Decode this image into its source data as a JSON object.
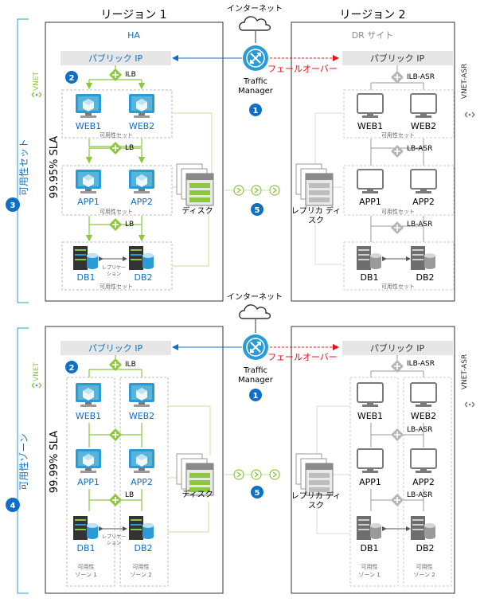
{
  "colors": {
    "blue": "#0f6fc6",
    "azure": "#2b9bd8",
    "green": "#8dc63f",
    "red": "#e8101b",
    "gray": "#8a8a8a",
    "lightgray": "#d9d9d9"
  },
  "top": {
    "internet": "インターネット",
    "region1": "リージョン 1",
    "region1_sub": "HA",
    "region2": "リージョン 2",
    "region2_sub": "DR サイト",
    "public_ip_left": "パブリック IP",
    "public_ip_right": "パブリック IP",
    "failover": "フェールオーバー",
    "traffic_manager_l1": "Traffic",
    "traffic_manager_l2": "Manager",
    "badge_tm": "1",
    "badge_vnet": "2",
    "badge_side": "3",
    "badge_repl": "5",
    "vnet": "VNET",
    "vnet_asr": "VNET-ASR",
    "sla": "99.95% SLA",
    "side_label": "可用性セット",
    "ilb": "ILB",
    "lb": "LB",
    "ilb_asr": "ILB-ASR",
    "lb_asr": "LB-ASR",
    "lb_asr2": "LB-ASR",
    "web1": "WEB1",
    "web2": "WEB2",
    "app1": "APP1",
    "app2": "APP2",
    "db1": "DB1",
    "db2": "DB2",
    "avset": "可用性セット",
    "replication": "レプリケー\nション",
    "disk": "ディスク",
    "replica_disk_l1": "レプリカ ディ",
    "replica_disk_l2": "スク",
    "r_web1": "WEB1",
    "r_web2": "WEB2",
    "r_app1": "APP1",
    "r_app2": "APP2",
    "r_db1": "DB1",
    "r_db2": "DB2"
  },
  "bottom": {
    "internet": "インターネット",
    "public_ip_left": "パブリック IP",
    "public_ip_right": "パブリック IP",
    "failover": "フェールオーバー",
    "traffic_manager_l1": "Traffic",
    "traffic_manager_l2": "Manager",
    "badge_tm": "1",
    "badge_vnet": "2",
    "badge_side": "4",
    "badge_repl": "5",
    "vnet": "VNET",
    "vnet_asr": "VNET-ASR",
    "sla": "99.99% SLA",
    "side_label": "可用性ゾーン",
    "ilb": "ILB",
    "lb": "LB",
    "ilb_asr": "ILB-ASR",
    "lb_asr": "LB-ASR",
    "lb_asr2": "LB-ASR",
    "web1": "WEB1",
    "web2": "WEB2",
    "app1": "APP1",
    "app2": "APP2",
    "db1": "DB1",
    "db2": "DB2",
    "zone1_l1": "可用性",
    "zone1_l2": "ゾーン 1",
    "zone2_l1": "可用性",
    "zone2_l2": "ゾーン 2",
    "disk": "ディスク",
    "replica_disk_l1": "レプリカ ディ",
    "replica_disk_l2": "スク",
    "r_web1": "WEB1",
    "r_web2": "WEB2",
    "r_app1": "APP1",
    "r_app2": "APP2",
    "r_db1": "DB1",
    "r_db2": "DB2"
  }
}
